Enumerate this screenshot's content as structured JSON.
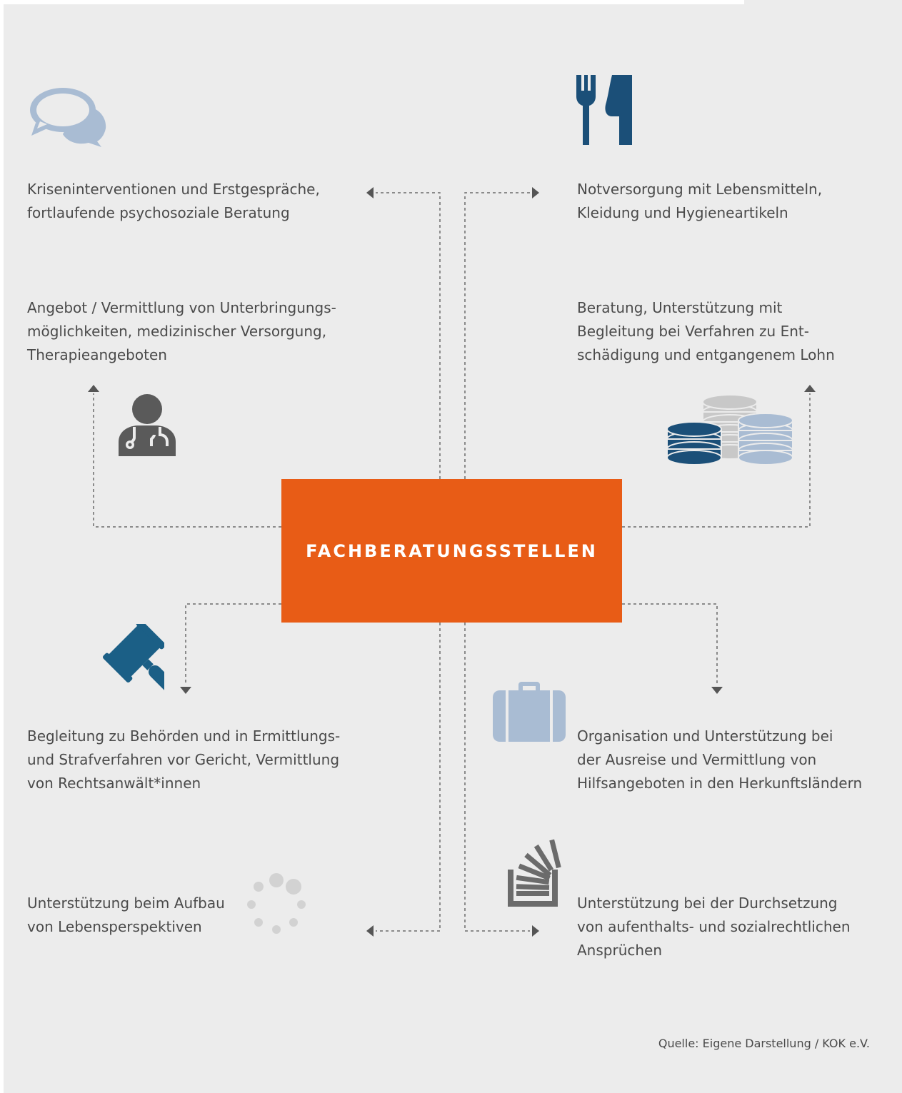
{
  "center": {
    "label": "FACHBERATUNGSSTELLEN"
  },
  "items": [
    {
      "lines": [
        "Kriseninterventionen und Erstgespräche,",
        "fortlaufende psychosoziale Beratung"
      ],
      "icon": "speech-bubbles-icon"
    },
    {
      "lines": [
        "Notversorgung mit Lebensmitteln,",
        "Kleidung und Hygieneartikeln"
      ],
      "icon": "fork-knife-icon"
    },
    {
      "lines": [
        "Angebot / Vermittlung von Unterbringungs-",
        "möglichkeiten, medizinischer Versorgung,",
        "Therapieangeboten"
      ],
      "icon": "doctor-stethoscope-icon"
    },
    {
      "lines": [
        "Beratung, Unterstützung mit",
        "Begleitung bei Verfahren zu Ent-",
        "schädigung und entgangenem Lohn"
      ],
      "icon": "coin-stacks-icon"
    },
    {
      "lines": [
        "Begleitung zu Behörden und in Ermittlungs-",
        "und Strafverfahren vor Gericht, Vermittlung",
        "von Rechtsanwält*innen"
      ],
      "icon": "gavel-icon"
    },
    {
      "lines": [
        "Organisation und Unterstützung bei",
        "der Ausreise und Vermittlung von",
        "Hilfsangeboten in den Herkunftsländern"
      ],
      "icon": "suitcase-icon"
    },
    {
      "lines": [
        "Unterstützung beim Aufbau",
        "von Lebensperspektiven"
      ],
      "icon": "loading-dots-icon"
    },
    {
      "lines": [
        "Unterstützung bei der Durchsetzung",
        "von aufenthalts- und sozialrechtlichen",
        "Ansprüchen"
      ],
      "icon": "document-stack-icon"
    }
  ],
  "source": "Quelle: Eigene Darstellung / KOK e.V.",
  "colors": {
    "background": "#ececec",
    "accent_orange": "#e85c16",
    "dark_blue": "#1b4f78",
    "light_blue": "#a9bcd3",
    "gray": "#5a5a5a",
    "light_gray": "#c8c8c8",
    "text": "#4a4a4a"
  }
}
